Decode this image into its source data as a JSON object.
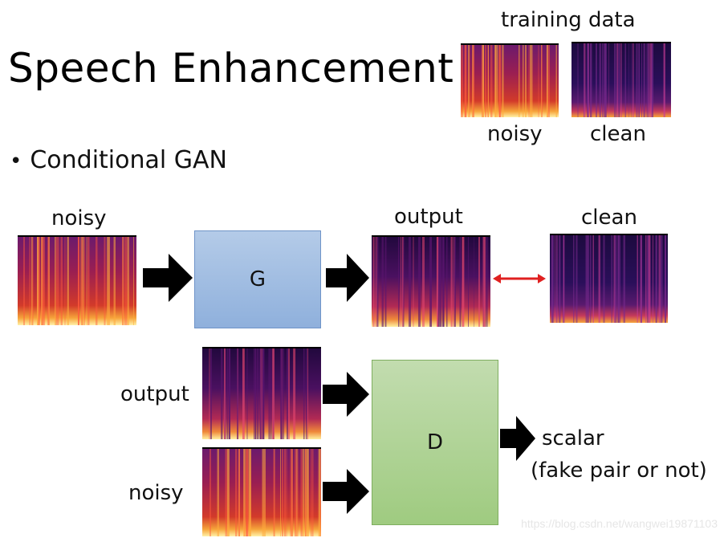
{
  "slide": {
    "title": "Speech Enhancement",
    "bullet": "Conditional GAN",
    "bullet_marker": "•"
  },
  "training": {
    "heading": "training data",
    "noisy_label": "noisy",
    "clean_label": "clean"
  },
  "generator_row": {
    "input_label": "noisy",
    "block_label": "G",
    "output_label": "output",
    "target_label": "clean"
  },
  "discriminator_row": {
    "input1_label": "output",
    "input2_label": "noisy",
    "block_label": "D",
    "result_label": "scalar",
    "result_note": "(fake pair or not)"
  },
  "watermark": "https://blog.csdn.net/wangwei19871103",
  "colors": {
    "g_block_top": "#b4cbe8",
    "g_block_bottom": "#8fb0dc",
    "g_block_border": "#6f94c8",
    "d_block_top": "#c2dcaf",
    "d_block_bottom": "#9fcb80",
    "d_block_border": "#7fae60",
    "arrow": "#000000",
    "compare_arrow": "#e02020",
    "noisy_spec": "#c8203a",
    "clean_spec": "#2a0f5a"
  }
}
